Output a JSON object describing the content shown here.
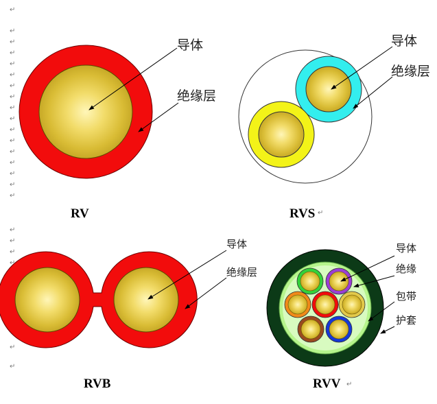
{
  "para_mark": "↵",
  "colors": {
    "red": "#f20c0c",
    "gold": "#e2c94a",
    "cyan": "#33eeee",
    "yellow": "#f3f318",
    "dark_green": "#0c3a17",
    "light_green": "#b6f48c",
    "orange": "#f08a1a",
    "purple": "#9b3fd6",
    "brown": "#9a4a1f",
    "blue": "#1538d8",
    "green": "#33d13a"
  },
  "diagrams": {
    "rv": {
      "caption": "RV",
      "conductor_label": "导体",
      "insulation_label": "绝缘层"
    },
    "rvs": {
      "caption": "RVS",
      "conductor_label": "导体",
      "insulation_label": "绝缘层"
    },
    "rvb": {
      "caption": "RVB",
      "conductor_label": "导体",
      "insulation_label": "绝缘层"
    },
    "rvv": {
      "caption": "RVV",
      "conductor_label": "导体",
      "insulation_label": "绝缘",
      "wrap_label": "包带",
      "sheath_label": "护套"
    }
  }
}
